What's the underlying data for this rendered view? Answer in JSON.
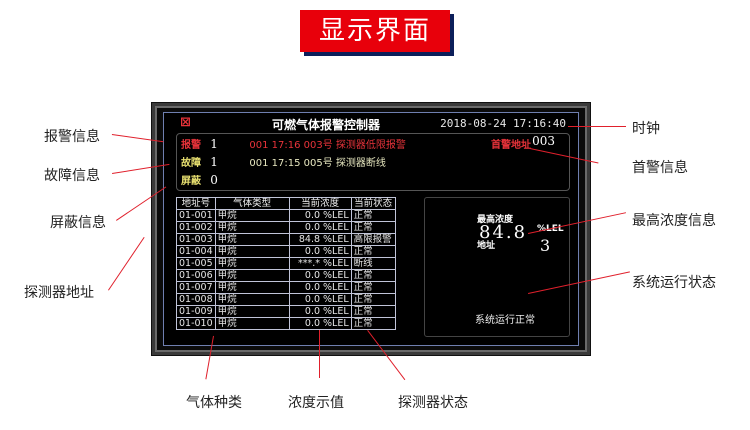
{
  "title": "显示界面",
  "device": {
    "header": {
      "logo_icon": "crossed-box-icon",
      "title": "可燃气体报警控制器",
      "clock": "2018-08-24 17:16:40"
    },
    "info": {
      "alarm": {
        "label": "报警",
        "count": "1",
        "message": "001 17:16 003号 探测器低限报警",
        "color": "#e8333a"
      },
      "fault": {
        "label": "故障",
        "count": "1",
        "message": "001 17:15 005号 探测器断线",
        "color": "#e8e070"
      },
      "shield": {
        "label": "屏蔽",
        "count": "0",
        "color": "#e8e070"
      },
      "first_alarm": {
        "label": "首警地址",
        "value": "003"
      }
    },
    "table": {
      "headers": [
        "地址号",
        "气体类型",
        "当前浓度",
        "当前状态"
      ],
      "rows": [
        [
          "01-001",
          "甲烷",
          "0.0 %LEL",
          "正常"
        ],
        [
          "01-002",
          "甲烷",
          "0.0 %LEL",
          "正常"
        ],
        [
          "01-003",
          "甲烷",
          "84.8 %LEL",
          "高限报警"
        ],
        [
          "01-004",
          "甲烷",
          "0.0 %LEL",
          "正常"
        ],
        [
          "01-005",
          "甲烷",
          "***.* %LEL",
          "断线"
        ],
        [
          "01-006",
          "甲烷",
          "0.0 %LEL",
          "正常"
        ],
        [
          "01-007",
          "甲烷",
          "0.0 %LEL",
          "正常"
        ],
        [
          "01-008",
          "甲烷",
          "0.0 %LEL",
          "正常"
        ],
        [
          "01-009",
          "甲烷",
          "0.0 %LEL",
          "正常"
        ],
        [
          "01-010",
          "甲烷",
          "0.0 %LEL",
          "正常"
        ]
      ]
    },
    "max": {
      "label": "最高浓度",
      "value": "84.8",
      "unit": "%LEL",
      "address_label": "地址",
      "address_value": "3"
    },
    "system_status": "系统运行正常"
  },
  "annotations": {
    "left": [
      "报警信息",
      "故障信息",
      "屏蔽信息",
      "探测器地址"
    ],
    "right": [
      "时钟",
      "首警信息",
      "最高浓度信息",
      "系统运行状态"
    ],
    "bottom": [
      "气体种类",
      "浓度示值",
      "探测器状态"
    ]
  },
  "colors": {
    "title_bg": "#e8000b",
    "title_shadow": "#0c1f5a",
    "leader_line": "#e0202c",
    "alarm": "#e8333a",
    "fault": "#e8e070"
  }
}
